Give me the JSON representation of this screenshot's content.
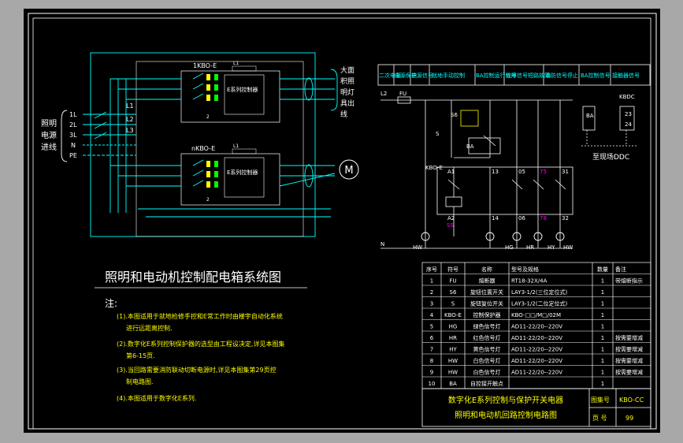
{
  "left_diagram": {
    "unit_top": "1KBO-E",
    "unit_bottom": "nKBO-E",
    "controller_label": "E系列控制器",
    "supply_label": [
      "照明",
      "电源",
      "进线"
    ],
    "phase_labels": [
      "1L",
      "2L",
      "3L",
      "N",
      "PE"
    ],
    "line_labels": [
      "L1",
      "L2",
      "L3"
    ],
    "motor_symbol": "M",
    "light_label": [
      "大面",
      "积照",
      "明灯",
      "具出",
      "线"
    ],
    "small_left_top": "L1",
    "small_left_bottom": "L1",
    "num_top": "2",
    "num_bottom": "2"
  },
  "title": "照明和电动机控制配电箱系统图",
  "notes": {
    "heading": "注:",
    "items": [
      "(1).本图适用于就地检修手控和E常工作时由楼宇自动化系统",
      "进行远距离控制.",
      "(2).数字化E系列控制保护器的选型由工程设决定,详见本图集",
      "第6-15页.",
      "(3).当回路需要消防联动切断电源时,详见本图集第29页控",
      "制电路图.",
      "(4).本图适用于数字化E系列."
    ]
  },
  "right_diagram": {
    "headers": [
      "二次电源",
      "电源保护",
      "电源信号",
      "就地手动控制",
      "BA控制运行信号",
      "故障信号短路故障",
      "消防信号停止",
      "BA控制信号",
      "接触器信号"
    ],
    "l2_label": "L2",
    "fu_label": "FU",
    "sa_label": "S6",
    "s_label": "S",
    "ba_label": "BA",
    "kbo_label": "KBO-E",
    "kbo_a1": "A1",
    "kbo_a2": "A2",
    "terminal_13": "13",
    "terminal_14": "14",
    "terminal_05": "05",
    "terminal_06": "06",
    "terminal_75": "75",
    "terminal_78": "78",
    "terminal_31": "31",
    "terminal_32": "32",
    "ss_label": "SS",
    "n_label": "N",
    "lamps": [
      "HW",
      "HG",
      "HR",
      "HY",
      "HW"
    ],
    "ba_box_label": "BA",
    "kbdc_label": "KBDC",
    "kbdc_t1": "23",
    "kbdc_t2": "24",
    "field_ddc": "至现场DDC"
  },
  "parts_table": {
    "columns": [
      "序号",
      "符号",
      "名称",
      "型号及规格",
      "数量",
      "备注"
    ],
    "rows": [
      [
        "1",
        "FU",
        "熔断器",
        "RT18-32X/4A",
        "1",
        "带熔断指示"
      ],
      [
        "2",
        "S6",
        "旋钮位置开关",
        "LAY3-1/2(三位定位式)",
        "1",
        ""
      ],
      [
        "3",
        "S",
        "旋钮复位开关",
        "LAY3-1/2(二位定位式)",
        "1",
        ""
      ],
      [
        "4",
        "KBO-E",
        "控制保护器",
        "KBO-□□/M□/02M",
        "1",
        ""
      ],
      [
        "5",
        "HG",
        "绿色信号灯",
        "AD11-22/20--220V",
        "1",
        ""
      ],
      [
        "6",
        "HR",
        "红色信号灯",
        "AD11-22/20--220V",
        "1",
        "按需要增减"
      ],
      [
        "7",
        "HY",
        "黄色信号灯",
        "AD11-22/20--220V",
        "1",
        "按需要增减"
      ],
      [
        "8",
        "HW",
        "白色信号灯",
        "AD11-22/20--220V",
        "1",
        "按需要增减"
      ],
      [
        "9",
        "HW",
        "白色信号灯",
        "AD11-22/20--220V",
        "1",
        "按需要增减"
      ],
      [
        "10",
        "BA",
        "自控接开触点",
        "",
        "1",
        ""
      ]
    ]
  },
  "title_block": {
    "line1": "数字化E系列控制与保护开关电器",
    "line2": "照明和电动机回路控制电路图",
    "atlas_label": "图集号",
    "atlas_value": "KBO-CC",
    "page_label": "页 号",
    "page_value": "99"
  }
}
